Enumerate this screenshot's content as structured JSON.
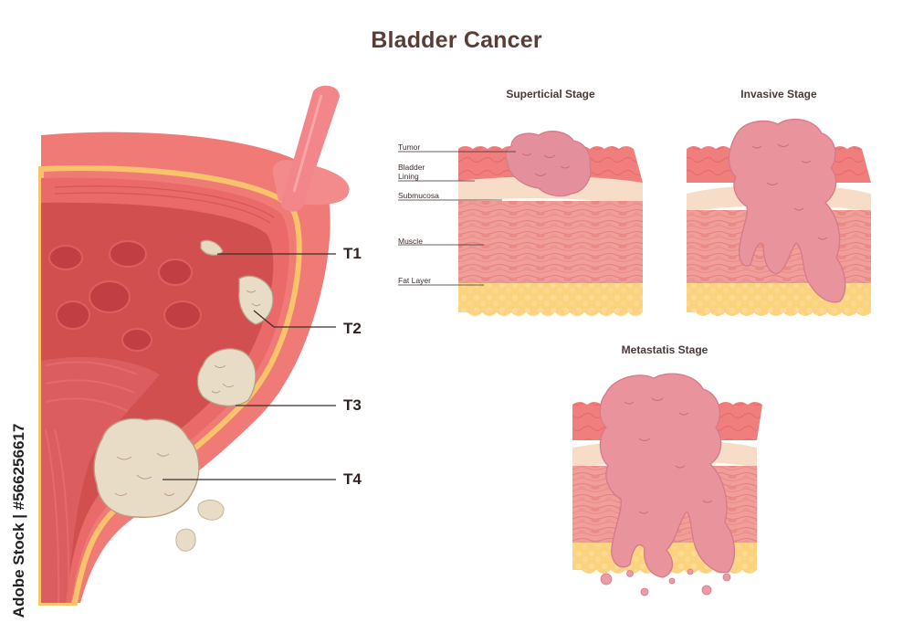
{
  "title": "Bladder Cancer",
  "stages": {
    "superficial": "Superticial Stage",
    "invasive": "Invasive Stage",
    "metastatic": "Metastatis Stage"
  },
  "layers": {
    "tumor": "Tumor",
    "bladder_lining": "Bladder\nLining",
    "submucosa": "Submucosa",
    "muscle": "Muscle",
    "fat": "Fat Layer"
  },
  "tumor_stages": [
    "T1",
    "T2",
    "T3",
    "T4"
  ],
  "stock_id": "Adobe Stock | #566256617",
  "colors": {
    "title": "#5a3d37",
    "bladder_wall": "#e0625f",
    "bladder_inner": "#cf4d4e",
    "lining": "#f08a85",
    "fat": "#fbd37f",
    "submucosa": "#f7ddc7",
    "muscle": "#f19e9a",
    "tumor": "#ea9399",
    "tumor_dark": "#d7798a",
    "advanced_tumor": "#e9ddc8",
    "ureter": "#f3868a"
  }
}
